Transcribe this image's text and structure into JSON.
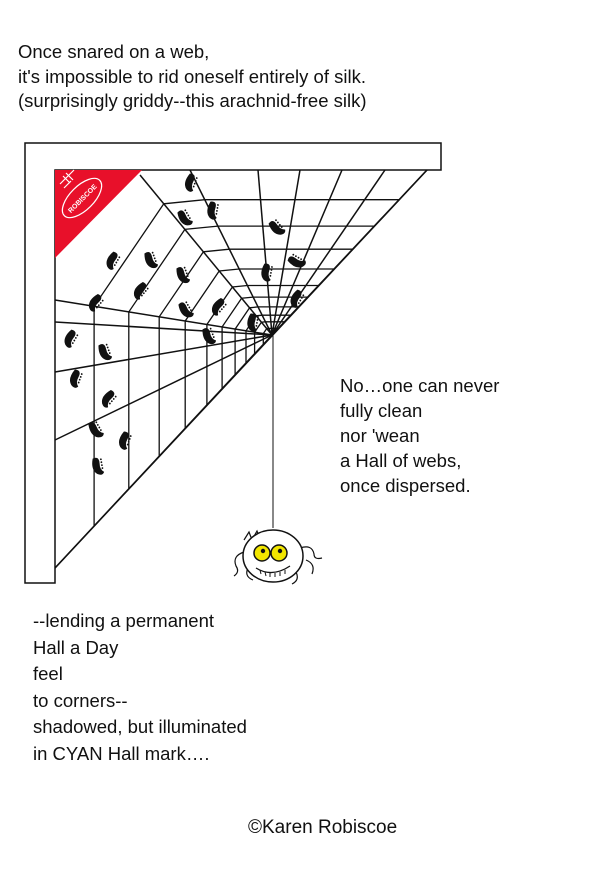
{
  "intro": {
    "lines": [
      "Once snared on a web,",
      "it's impossible to rid oneself entirely of silk.",
      "(surprisingly griddy--this arachnid-free silk)"
    ]
  },
  "right_stanza": {
    "lines": [
      "No…one can never",
      "fully clean",
      "nor 'wean",
      "a Hall of webs,",
      "once dispersed."
    ]
  },
  "bottom_stanza": {
    "lines": [
      "--lending a permanent",
      "Hall a Day",
      "feel",
      "to corners--",
      "shadowed, but illuminated",
      "in CYAN Hall mark…."
    ]
  },
  "copyright": "©Karen Robiscoe",
  "logo": {
    "text": "ROBISCOE",
    "color": "#e8102a"
  }
}
